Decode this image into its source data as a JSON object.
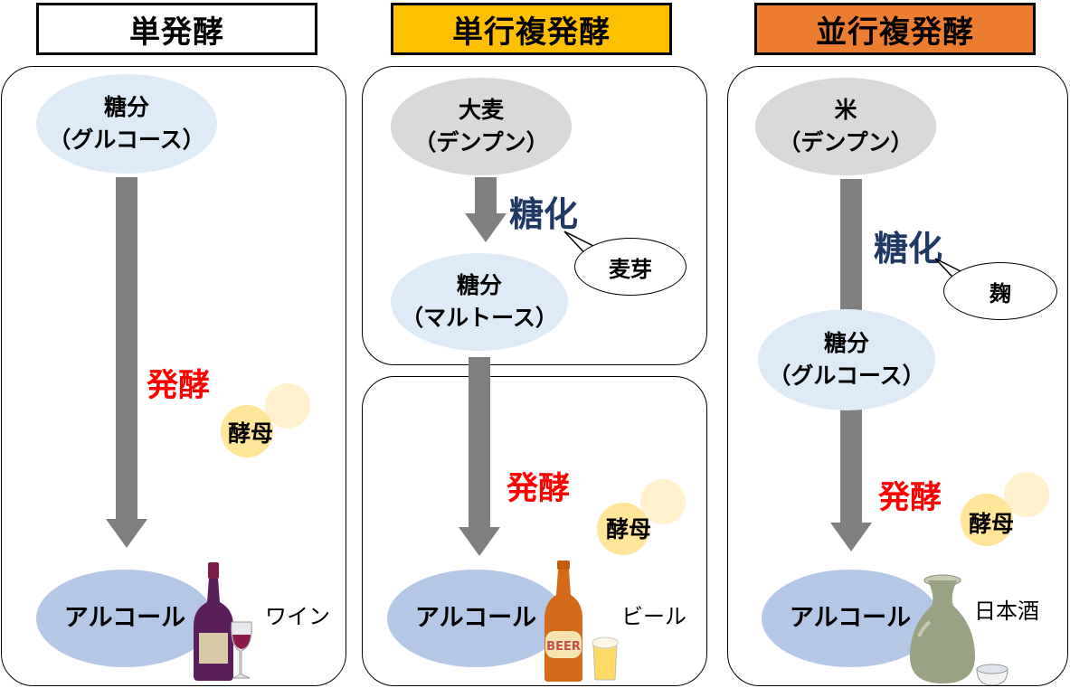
{
  "columns": [
    {
      "title": "単発酵",
      "title_bg": "#ffffff",
      "sugar": [
        "糖分",
        "（グルコース）"
      ],
      "ferment_label": "発酵",
      "yeast_label": "酵母",
      "alcohol": "アルコール",
      "drink": "ワイン"
    },
    {
      "title": "単行複発酵",
      "title_bg": "#ffc000",
      "starch": [
        "大麦",
        "（デンプン）"
      ],
      "sacch_label": "糖化",
      "agent": "麦芽",
      "sugar": [
        "糖分",
        "（マルトース）"
      ],
      "ferment_label": "発酵",
      "yeast_label": "酵母",
      "alcohol": "アルコール",
      "drink": "ビール",
      "beer_label": "BEER"
    },
    {
      "title": "並行複発酵",
      "title_bg": "#ed7d31",
      "starch": [
        "米",
        "（デンプン）"
      ],
      "sacch_label": "糖化",
      "agent": "麹",
      "sugar": [
        "糖分",
        "（グルコース）"
      ],
      "ferment_label": "発酵",
      "yeast_label": "酵母",
      "alcohol": "アルコール",
      "drink": "日本酒"
    }
  ],
  "colors": {
    "sugar_fill": "#deebf7",
    "starch_fill": "#d9d9d9",
    "alcohol_fill": "#b4c7e7",
    "arrow": "#808080",
    "ferment_text": "#ff0000",
    "sacch_text": "#1f3864",
    "yeast_fill": "#ffe699"
  }
}
